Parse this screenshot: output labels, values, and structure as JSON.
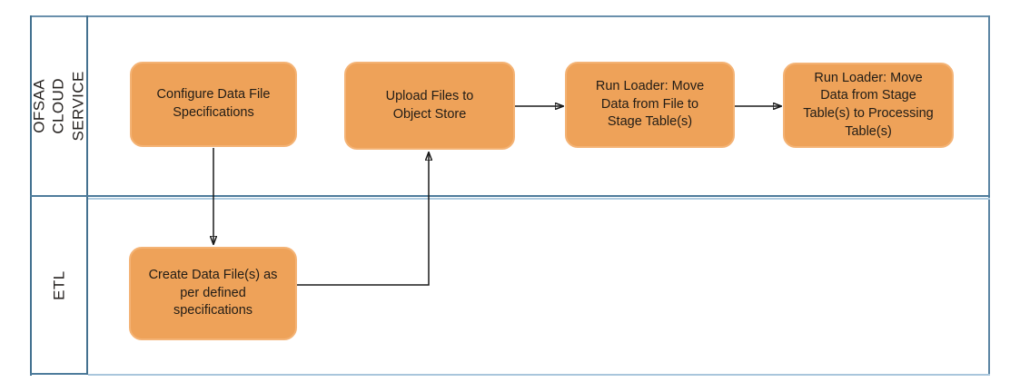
{
  "diagram": {
    "lanes": [
      {
        "label": "OFSAA\nCLOUD SERVICE"
      },
      {
        "label": "ETL"
      }
    ],
    "nodes": [
      {
        "label": "Configure Data File\nSpecifications"
      },
      {
        "label": "Upload Files to\nObject Store"
      },
      {
        "label": "Run Loader: Move\nData from File to\nStage Table(s)"
      },
      {
        "label": "Run Loader: Move\nData from Stage\nTable(s) to Processing\nTable(s)"
      },
      {
        "label": "Create Data File(s) as\nper defined\nspecifications"
      }
    ],
    "colors": {
      "node_fill": "#EEA259",
      "node_border": "#F4B375",
      "frame_dark": "#44718F",
      "frame_mid": "#5C85A3",
      "frame_light": "#AECBE0",
      "arrow": "#1A1A1A",
      "text": "#211C16"
    }
  }
}
